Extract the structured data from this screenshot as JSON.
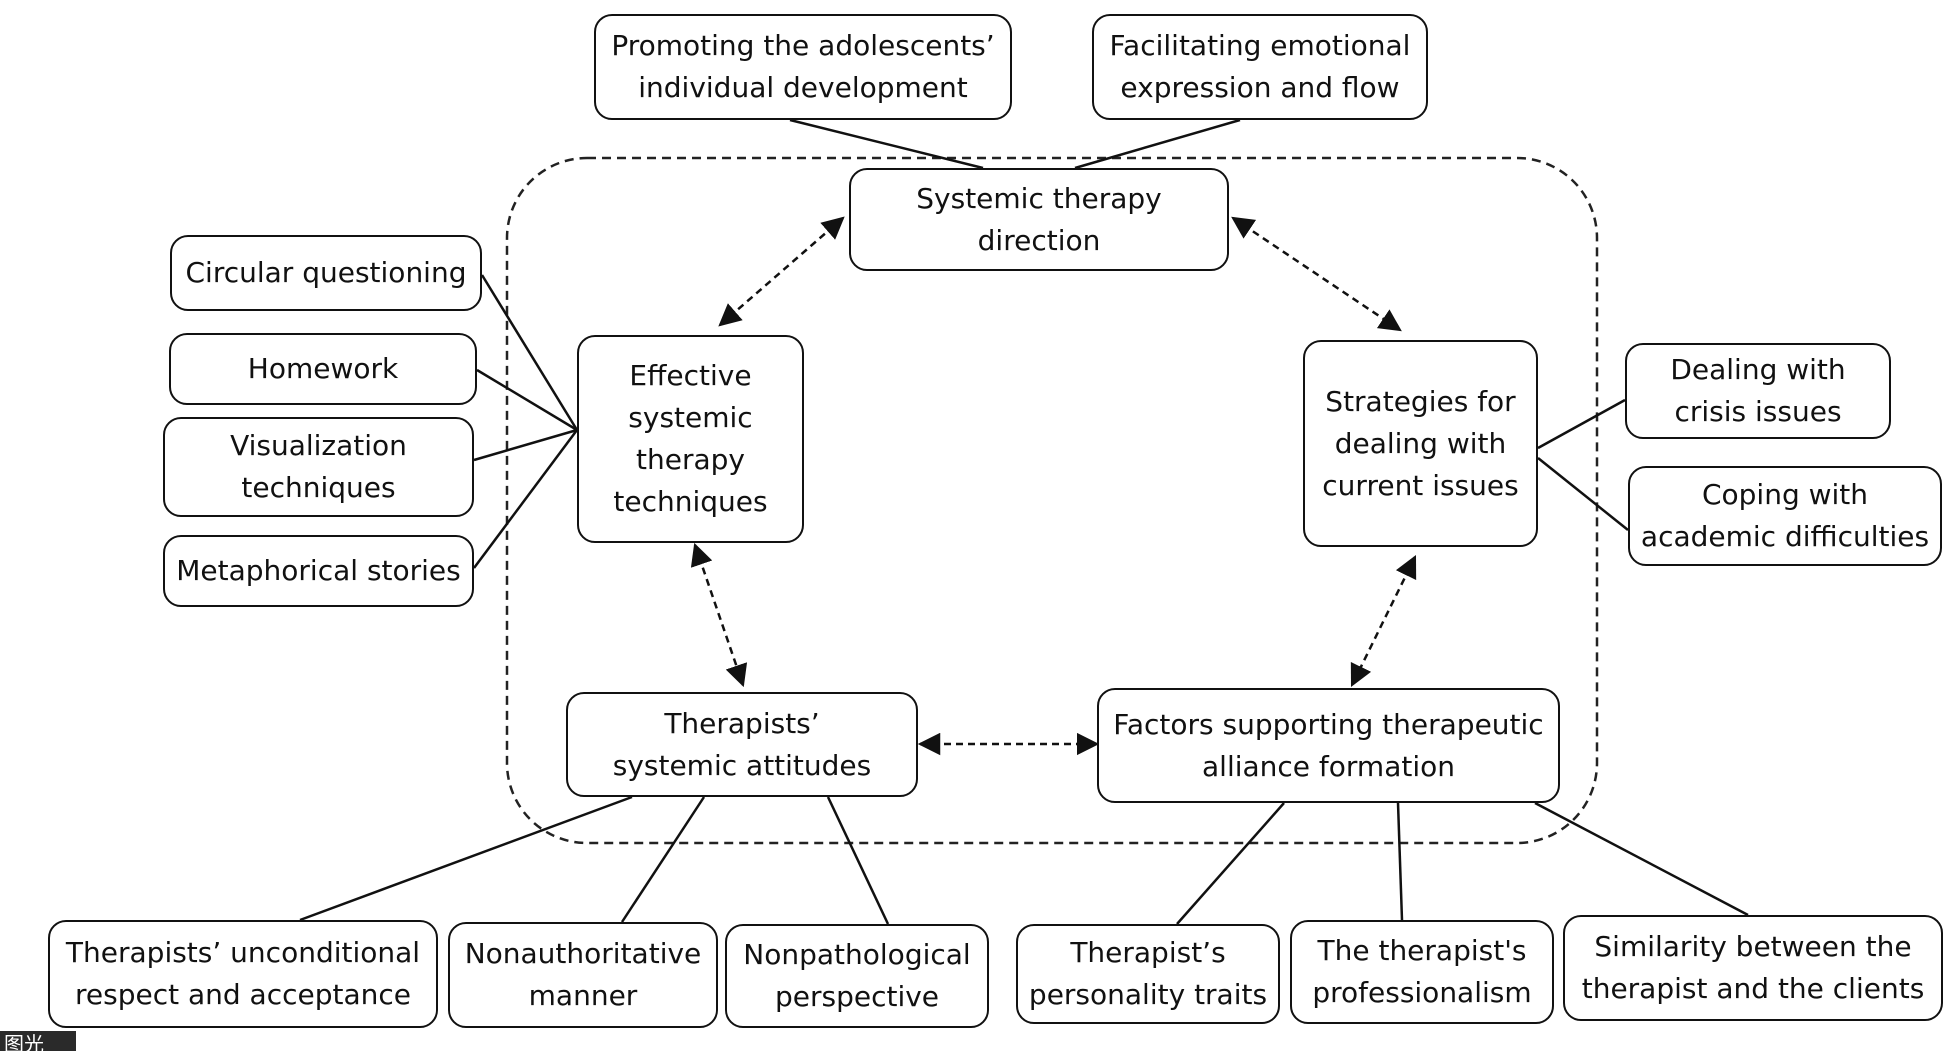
{
  "nodes": {
    "promoting": "Promoting the adolescents’ individual development",
    "facilitating": "Facilitating emotional expression and flow",
    "direction": "Systemic therapy direction",
    "techniques": "Effective systemic therapy techniques",
    "strategies": "Strategies for dealing with current issues",
    "attitudes": "Therapists’ systemic attitudes",
    "alliance": "Factors supporting therapeutic alliance formation",
    "circular": "Circular questioning",
    "homework": "Homework",
    "visualization": "Visualization techniques",
    "metaphorical": "Metaphorical stories",
    "crisis": "Dealing with crisis issues",
    "academic": "Coping with academic difficulties",
    "respect": "Therapists’ unconditional respect and acceptance",
    "nonauthoritative": "Nonauthoritative manner",
    "nonpathological": "Nonpathological perspective",
    "personality": "Therapist’s personality traits",
    "professionalism": "The therapist's professionalism",
    "similarity": "Similarity between the therapist and the clients"
  },
  "corner_label": "图光"
}
